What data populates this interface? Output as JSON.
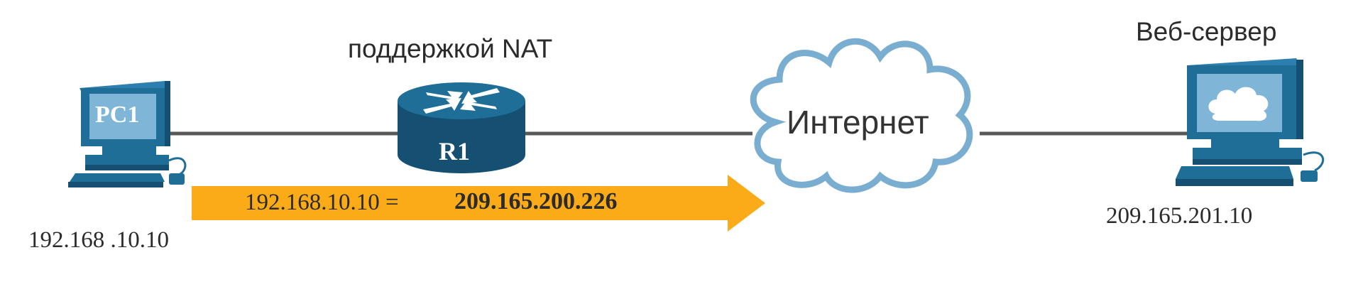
{
  "diagram": {
    "title": "",
    "router": {
      "caption": "поддержкой NAT",
      "name": "R1"
    },
    "pc": {
      "name": "PC1",
      "ip": "192.168 .10.10"
    },
    "cloud": {
      "label": "Интернет"
    },
    "server": {
      "caption": "Веб-сервер",
      "ip": "209.165.201.10"
    },
    "translation": {
      "inside_local": "192.168.10.10 =",
      "inside_global": "209.165.200.226"
    }
  },
  "colors": {
    "link": "#58595b",
    "arrow": "#fbab18",
    "device_blue": "#1f6e98",
    "device_dark": "#154f72",
    "screen": "#7fb6d8",
    "cloud_stroke": "#7aaed0"
  },
  "icons": {
    "pc": "pc-icon",
    "router": "router-icon",
    "cloud": "cloud-icon",
    "server": "web-server-icon"
  }
}
